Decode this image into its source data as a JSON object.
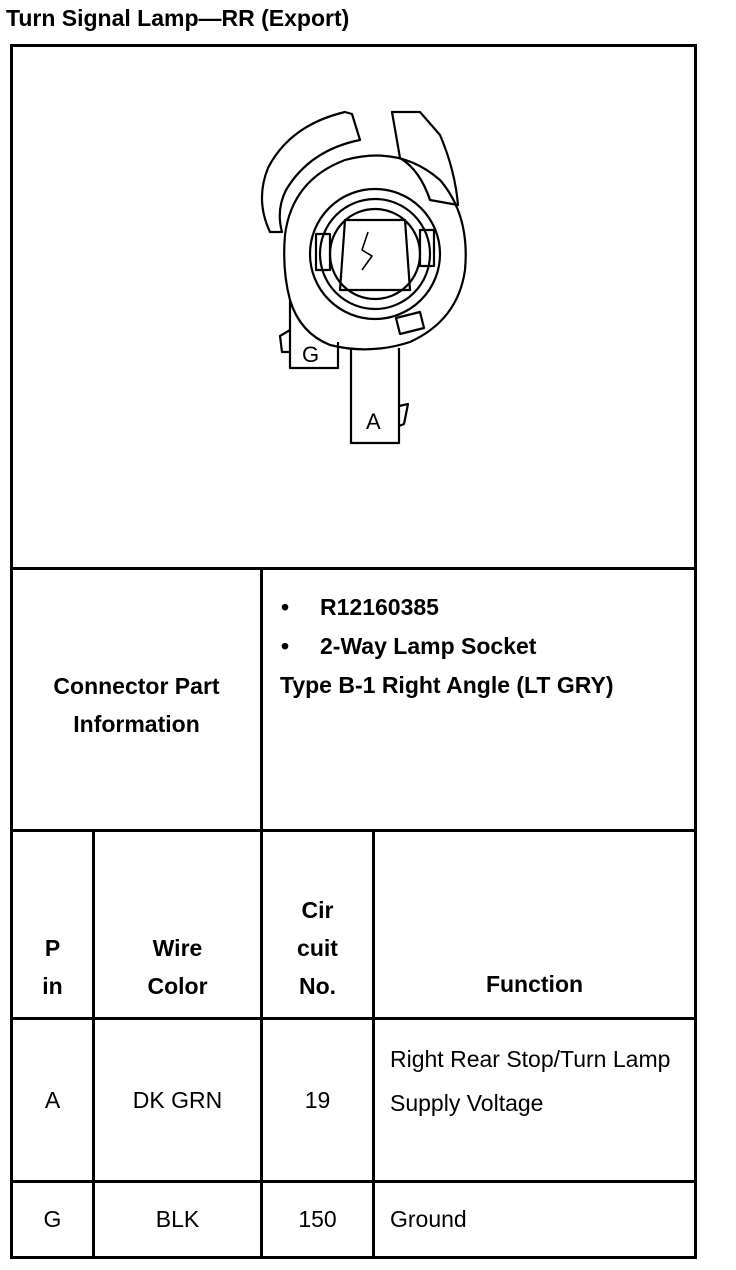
{
  "title": "Turn Signal Lamp—RR (Export)",
  "diagram": {
    "pin_labels": [
      "G",
      "A"
    ]
  },
  "connector_info": {
    "label": "Connector Part Information",
    "part_number": "R12160385",
    "description_line1": "2-Way Lamp Socket",
    "description_rest": "Type B-1 Right Angle (LT GRY)"
  },
  "table": {
    "headers": {
      "pin": "P in",
      "wire_color": "Wire Color",
      "circuit": "Cir cuit No.",
      "function": "Function"
    },
    "rows": [
      {
        "pin": "A",
        "wire_color": "DK GRN",
        "circuit": "19",
        "function": "Right Rear Stop/Turn Lamp Supply Voltage"
      },
      {
        "pin": "G",
        "wire_color": "BLK",
        "circuit": "150",
        "function": "Ground"
      }
    ]
  }
}
